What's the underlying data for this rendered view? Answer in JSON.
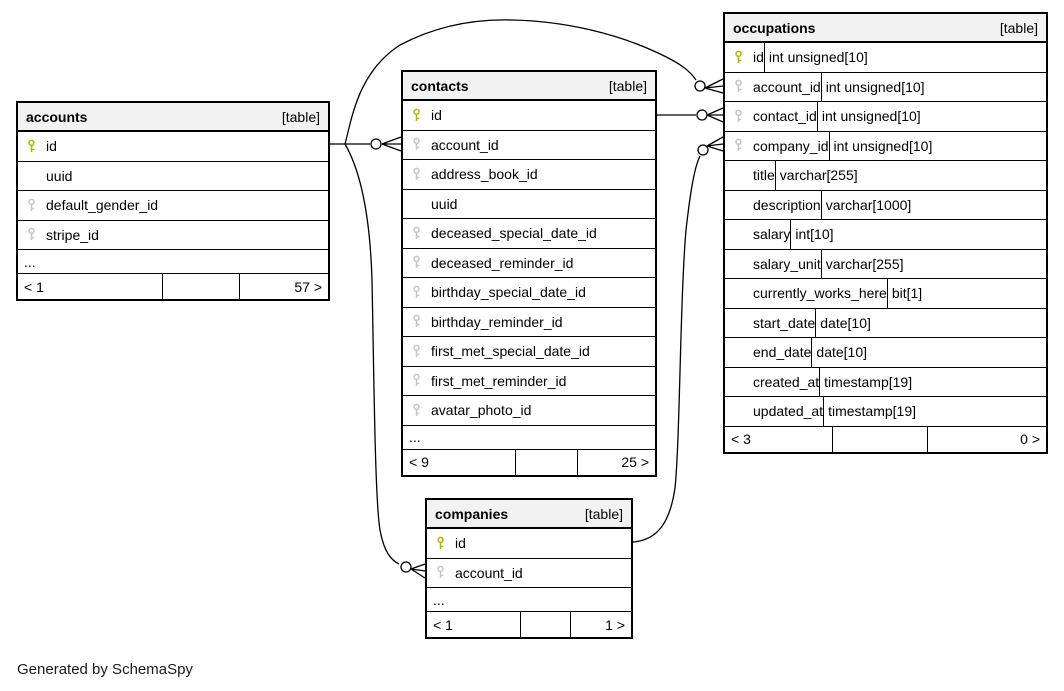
{
  "footer_note": "Generated by SchemaSpy",
  "colors": {
    "primary_key": "#b9b400",
    "foreign_key": "#c6c6c6",
    "header_bg": "#f2f2f2",
    "border": "#000000",
    "relation_line": "#000000"
  },
  "tables": {
    "accounts": {
      "name": "accounts",
      "badge": "[table]",
      "columns": [
        {
          "name": "id",
          "key": "pk"
        },
        {
          "name": "uuid",
          "key": "none"
        },
        {
          "name": "default_gender_id",
          "key": "fk"
        },
        {
          "name": "stripe_id",
          "key": "fk"
        }
      ],
      "ellipsis": "...",
      "footer": {
        "left": "< 1",
        "right": "57 >"
      }
    },
    "contacts": {
      "name": "contacts",
      "badge": "[table]",
      "columns": [
        {
          "name": "id",
          "key": "pk"
        },
        {
          "name": "account_id",
          "key": "fk"
        },
        {
          "name": "address_book_id",
          "key": "fk"
        },
        {
          "name": "uuid",
          "key": "none"
        },
        {
          "name": "deceased_special_date_id",
          "key": "fk"
        },
        {
          "name": "deceased_reminder_id",
          "key": "fk"
        },
        {
          "name": "birthday_special_date_id",
          "key": "fk"
        },
        {
          "name": "birthday_reminder_id",
          "key": "fk"
        },
        {
          "name": "first_met_special_date_id",
          "key": "fk"
        },
        {
          "name": "first_met_reminder_id",
          "key": "fk"
        },
        {
          "name": "avatar_photo_id",
          "key": "fk"
        }
      ],
      "ellipsis": "...",
      "footer": {
        "left": "< 9",
        "right": "25 >"
      }
    },
    "occupations": {
      "name": "occupations",
      "badge": "[table]",
      "columns": [
        {
          "name": "id",
          "key": "pk",
          "type": "int unsigned[10]"
        },
        {
          "name": "account_id",
          "key": "fk",
          "type": "int unsigned[10]"
        },
        {
          "name": "contact_id",
          "key": "fk",
          "type": "int unsigned[10]"
        },
        {
          "name": "company_id",
          "key": "fk",
          "type": "int unsigned[10]"
        },
        {
          "name": "title",
          "key": "none",
          "type": "varchar[255]"
        },
        {
          "name": "description",
          "key": "none",
          "type": "varchar[1000]"
        },
        {
          "name": "salary",
          "key": "none",
          "type": "int[10]"
        },
        {
          "name": "salary_unit",
          "key": "none",
          "type": "varchar[255]"
        },
        {
          "name": "currently_works_here",
          "key": "none",
          "type": "bit[1]"
        },
        {
          "name": "start_date",
          "key": "none",
          "type": "date[10]"
        },
        {
          "name": "end_date",
          "key": "none",
          "type": "date[10]"
        },
        {
          "name": "created_at",
          "key": "none",
          "type": "timestamp[19]"
        },
        {
          "name": "updated_at",
          "key": "none",
          "type": "timestamp[19]"
        }
      ],
      "footer": {
        "left": "< 3",
        "right": "0 >"
      }
    },
    "companies": {
      "name": "companies",
      "badge": "[table]",
      "columns": [
        {
          "name": "id",
          "key": "pk"
        },
        {
          "name": "account_id",
          "key": "fk"
        }
      ],
      "ellipsis": "...",
      "footer": {
        "left": "< 1",
        "right": "1 >"
      }
    }
  },
  "relations": [
    {
      "from": "accounts.id",
      "to": "contacts.account_id"
    },
    {
      "from": "accounts.id",
      "to": "occupations.account_id"
    },
    {
      "from": "accounts.id",
      "to": "companies.account_id"
    },
    {
      "from": "contacts.id",
      "to": "occupations.contact_id"
    },
    {
      "from": "companies.id",
      "to": "occupations.company_id"
    }
  ]
}
